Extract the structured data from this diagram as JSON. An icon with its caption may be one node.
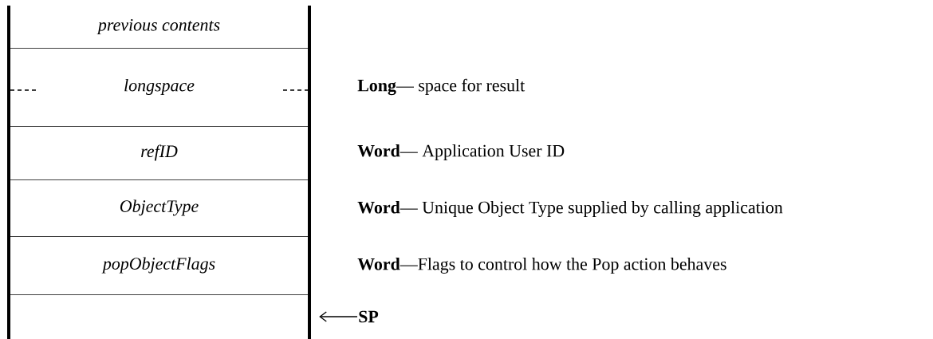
{
  "diagram": {
    "nodes": [
      {
        "text": [
          "previous contents"
        ]
      },
      {
        "text": [
          "longspace"
        ]
      },
      {
        "text": [
          "refID"
        ]
      },
      {
        "text": [
          "ObjectType"
        ]
      },
      {
        "text": [
          "popObjectFlags"
        ]
      },
      {
        "text": [],
        "shape": "box"
      },
      {
        "text": [
          "SP"
        ]
      }
    ],
    "edges": [
      {
        "from": 6,
        "to": 5,
        "arrow": "to"
      }
    ],
    "labels": [
      "**Long**— space for result",
      "**Word**— Application User ID",
      "**Word**— Unique Object Type supplied by calling application",
      "**Word**—Flags to control how the Pop action behaves"
    ]
  }
}
